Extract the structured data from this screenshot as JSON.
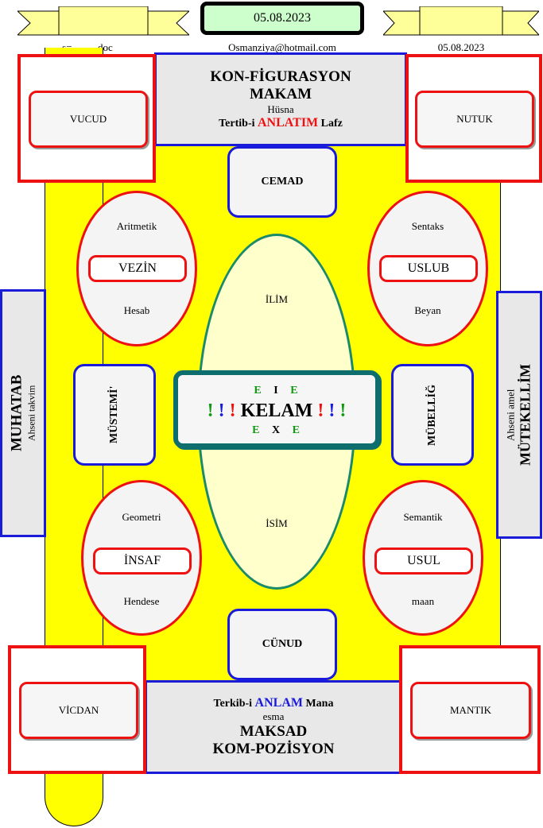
{
  "header": {
    "date_box": "05.08.2023",
    "file_label": "s=……..doc",
    "email": "Osmanziya@hotmail.com",
    "date_right": "05.08.2023"
  },
  "top_panel": {
    "line1": "KON-FİGURASYON",
    "line2": "MAKAM",
    "line3": "Hüsna",
    "line4_pre": "Tertib-i ",
    "line4_mid": "ANLATIM",
    "line4_post": " Lafz"
  },
  "bottom_panel": {
    "line1_pre": "Terkib-i ",
    "line1_mid": "ANLAM",
    "line1_post": " Mana",
    "line2": "esma",
    "line3": "MAKSAD",
    "line4": "KOM-POZİSYON"
  },
  "corners": {
    "top_left": "VUCUD",
    "top_right": "NUTUK",
    "bottom_left": "VİCDAN",
    "bottom_right": "MANTIK"
  },
  "boxes": {
    "cemad": "CEMAD",
    "cunud": "CÜNUD",
    "mustemi": "MÜSTEMİ'",
    "mubellig": "MÜBELLİĞ"
  },
  "side_left": {
    "title": "MUHATAB",
    "sub": "Ahseni takvim"
  },
  "side_right": {
    "title": "MÜTEKELLİM",
    "sub": "Ahseni amel"
  },
  "ovals": {
    "top_left": {
      "top": "Aritmetik",
      "box": "VEZİN",
      "bottom": "Hesab"
    },
    "top_right": {
      "top": "Sentaks",
      "box": "USLUB",
      "bottom": "Beyan"
    },
    "bottom_left": {
      "top": "Geometri",
      "box": "İNSAF",
      "bottom": "Hendese"
    },
    "bottom_right": {
      "top": "Semantik",
      "box": "USUL",
      "bottom": "maan"
    }
  },
  "center_ellipse": {
    "top": "İLİM",
    "bottom": "İSİM"
  },
  "kelam": {
    "top_e1": "E",
    "top_i": "I",
    "top_e2": "E",
    "bang": "!",
    "word": "KELAM",
    "bot_e1": "E",
    "bot_x": "X",
    "bot_e2": "E"
  },
  "colors": {
    "red": "#ee1111",
    "blue": "#1a1adb",
    "green": "#119911",
    "yellow": "#ffff00",
    "teal": "#0e6e6e"
  }
}
